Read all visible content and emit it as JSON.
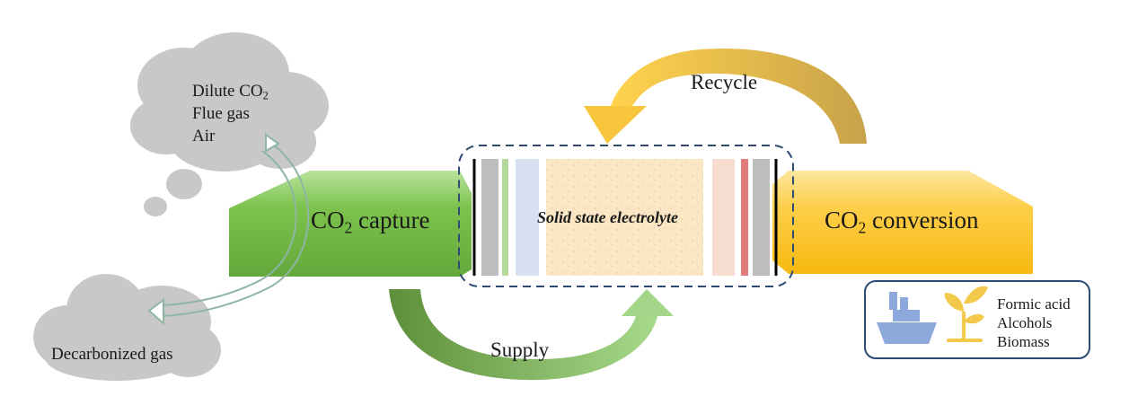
{
  "source_cloud": {
    "line1_prefix": "Dilute CO",
    "line1_sub": "2",
    "line2": "Flue gas",
    "line3": "Air"
  },
  "sink_cloud": {
    "label": "Decarbonized gas"
  },
  "capture": {
    "prefix": "CO",
    "sub": "2",
    "suffix": " capture"
  },
  "conversion": {
    "prefix": "CO",
    "sub": "2",
    "suffix": " conversion"
  },
  "electrolyte": {
    "label": "Solid state electrolyte"
  },
  "arrows": {
    "recycle": "Recycle",
    "supply": "Supply"
  },
  "products": {
    "items": [
      "Formic acid",
      "Alcohols",
      "Biomass"
    ],
    "icons": [
      "ship-icon",
      "plant-icon"
    ]
  },
  "colors": {
    "capture_green": "#6ab04c",
    "conversion_yellow": "#fcc419",
    "cloud_gray": "#c8c8c8",
    "dashed_border": "#2e4a73",
    "electrolyte_beige": "#fbe8c8"
  }
}
